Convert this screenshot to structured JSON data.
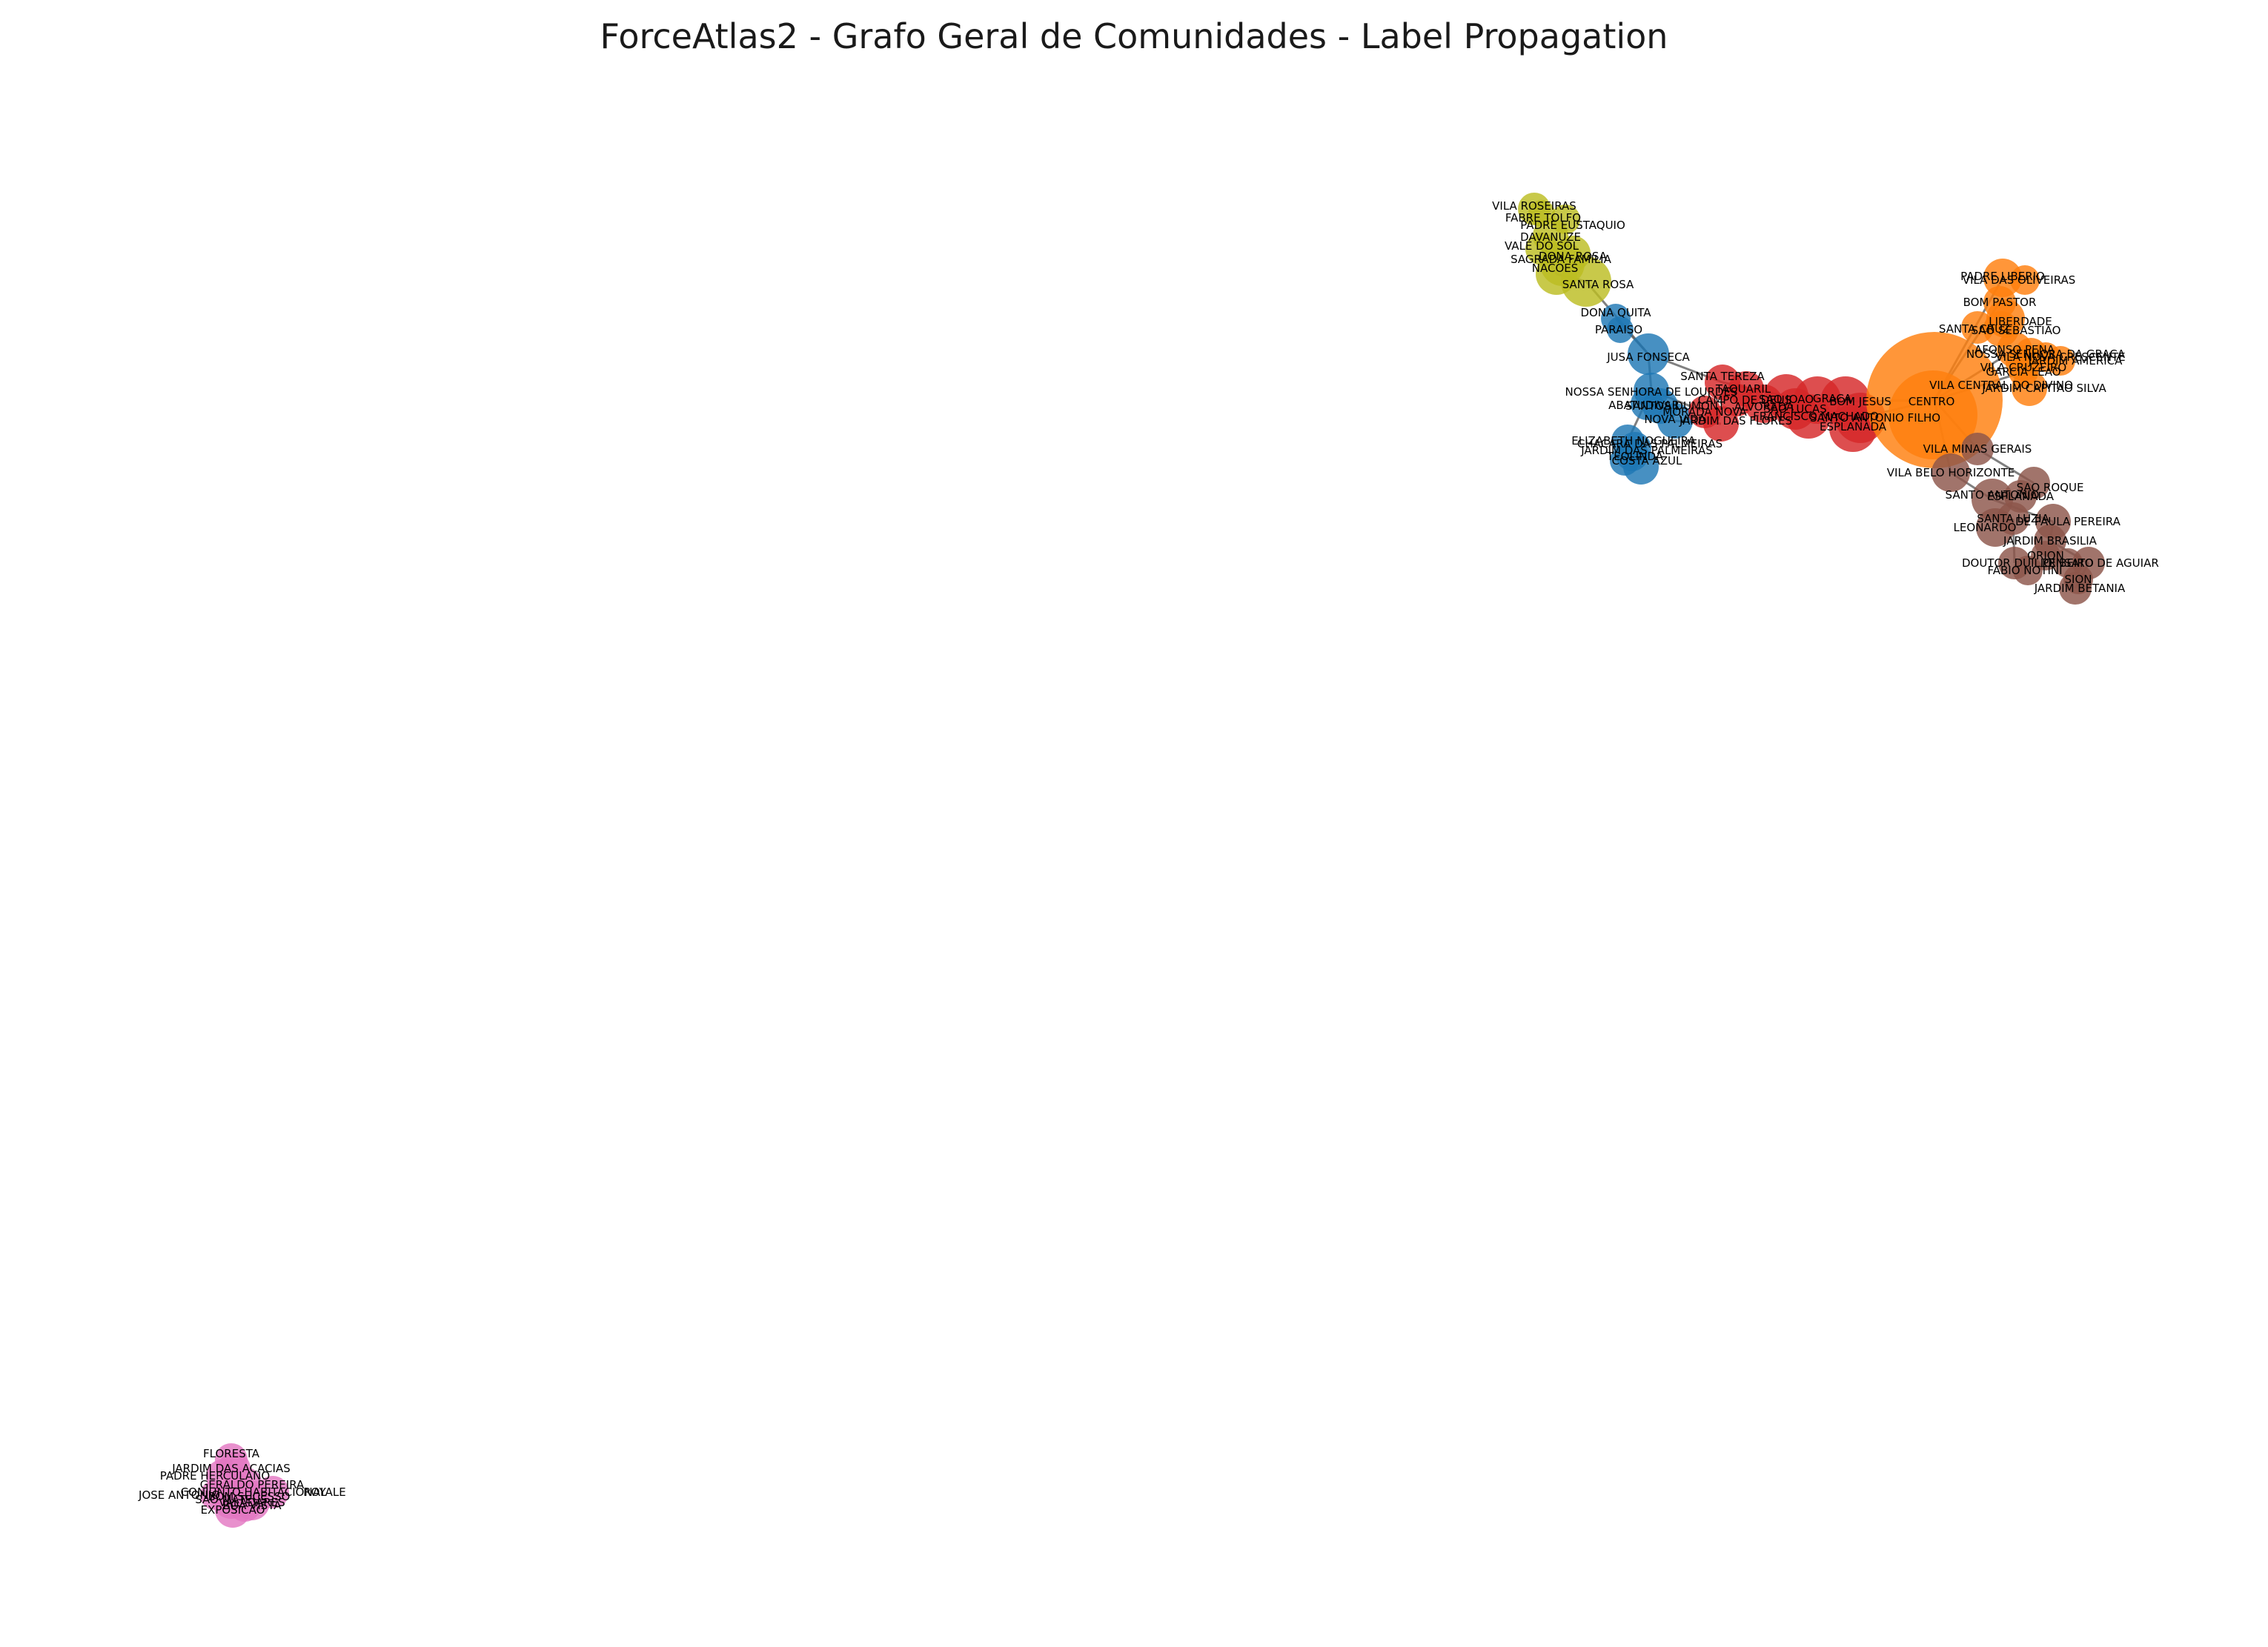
{
  "title": "ForceAtlas2 - Grafo Geral de Comunidades - Label Propagation",
  "colors": {
    "yellow": "#bcbd22",
    "blue": "#1f77b4",
    "red": "#d62728",
    "orange": "#ff7f0e",
    "brown": "#8c564b",
    "pink": "#e377c2",
    "edge": "#555555",
    "label": "#000000"
  },
  "communities": [
    {
      "color": "yellow",
      "nodes": [
        "VILA ROSEIRAS",
        "FABRE TOLFO",
        "PADRE EUSTAQUIO",
        "DAVANUZE",
        "VALE DO SOL",
        "DONA ROSA",
        "SAGRADA FAMILIA",
        "NACOES",
        "SANTA ROSA"
      ]
    },
    {
      "color": "blue",
      "nodes": [
        "DONA QUITA",
        "PARAISO",
        "JUSA FONSECA",
        "NOSSA SENHORA DE LOURDES",
        "ABATUDIVAR",
        "SANTOS DUMONT",
        "NOVA VIDA",
        "ELIZABETH NOGUEIRA",
        "CHACARA DAS PALMEIRAS",
        "JARDIM DAS PALMEIRAS",
        "TEOLINDA",
        "COSTA AZUL"
      ]
    },
    {
      "color": "red",
      "nodes": [
        "SANTA TEREZA",
        "TAQUARIL",
        "SAO JOAO",
        "ALVORADA",
        "GRACA",
        "BOM JESUS",
        "SAO LUCAS",
        "FRANCISCO MACHADO",
        "SANTO ANTONIO FILHO",
        "ESPLANADA",
        "CAMPO DE DEUS",
        "MORADA NOVA",
        "JARDIM DAS FLORES"
      ]
    },
    {
      "color": "orange",
      "nodes": [
        "PADRE LIBERIO",
        "VILA DAS OLIVEIRAS",
        "BOM PASTOR",
        "LIBERDADE",
        "SANTA CRUZ",
        "SAO SEBASTIAO",
        "AFONSO PENA",
        "NOSSA SENHORA DA GRACA",
        "VILA NOVA CRESCENTE",
        "JARDIM AMERICA",
        "VILA CRUZEIRO",
        "GARCIA LEAO",
        "VILA CENTRAL DO DIVINO",
        "JARDIM CAPITAO SILVA",
        "CENTRO"
      ]
    },
    {
      "color": "brown",
      "nodes": [
        "VILA MINAS GERAIS",
        "VILA BELO HORIZONTE",
        "SAO ROQUE",
        "ESPLANADA",
        "SANTO ANTONIO",
        "SANTA LUZIA",
        "LEONARDO",
        "DE PAULA PEREIRA",
        "JARDIM BRASILIA",
        "DOUTOR DUILIO",
        "ORION",
        "PENSATO",
        "RIBEIRO DE AGUIAR",
        "FABIO NOTINI",
        "SION",
        "JARDIM BETANIA"
      ]
    },
    {
      "color": "pink",
      "nodes": [
        "FLORESTA",
        "JARDIM DAS ACACIAS",
        "PADRE HERCULANO",
        "GERALDO PEREIRA",
        "CONJUNTO HABITACIONAL",
        "BOM SUCESSO",
        "ROYALE",
        "JOSE ANTONIO",
        "SAO MATEUS",
        "VALADARES",
        "EXPOSICAO",
        "BOA VISTA"
      ]
    }
  ]
}
